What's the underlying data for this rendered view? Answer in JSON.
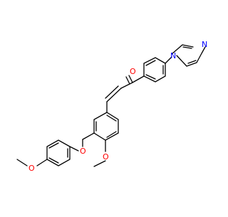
{
  "molecule": {
    "colors": {
      "bond": "#000000",
      "oxygen": "#ff0000",
      "nitrogen": "#0000ff",
      "background": "#ffffff"
    },
    "atom_labels": {
      "carbonyl_oxygen": "O",
      "imidazole_n1": "N",
      "imidazole_n3": "N",
      "ether_oxygen": "O",
      "ring_methoxy_oxygen": "O",
      "phenoxy_methoxy_oxygen": "O"
    }
  }
}
